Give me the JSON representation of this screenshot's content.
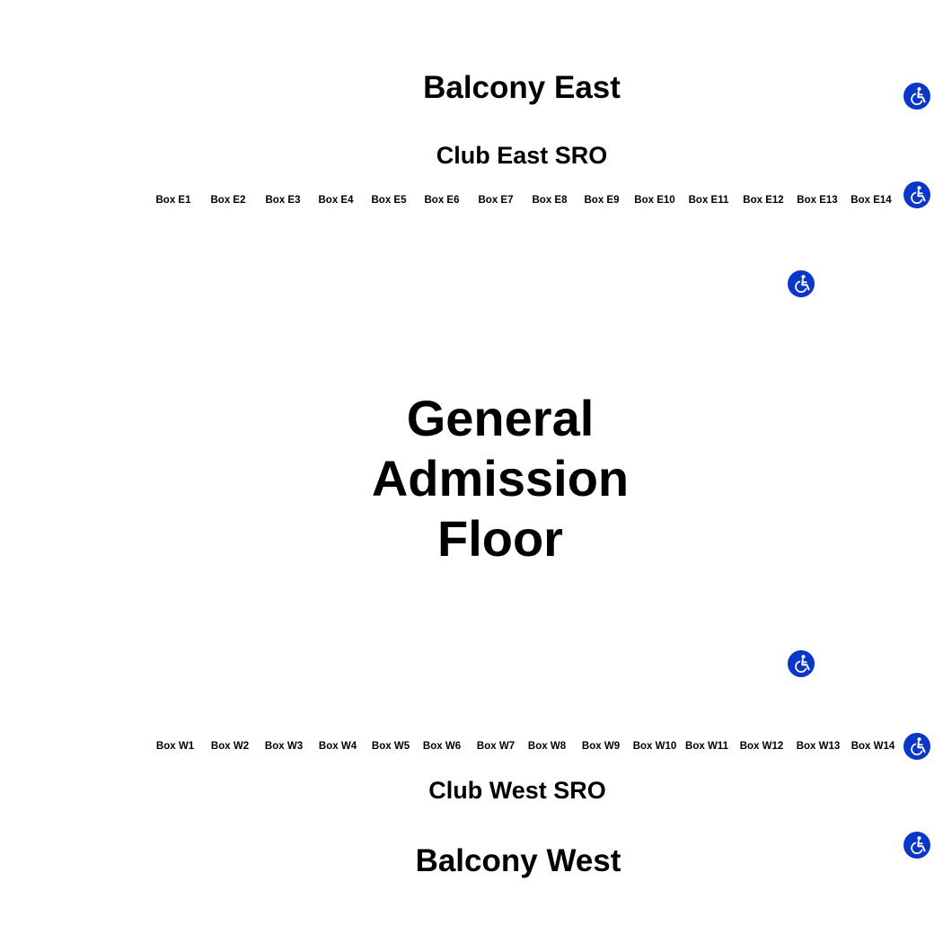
{
  "balcony_east": "Balcony East",
  "club_east": "Club East SRO",
  "floor": [
    "General",
    "Admission",
    "Floor"
  ],
  "club_west": "Club West SRO",
  "balcony_west": "Balcony West",
  "east_boxes": [
    "Box E1",
    "Box E2",
    "Box E3",
    "Box E4",
    "Box E5",
    "Box E6",
    "Box E7",
    "Box E8",
    "Box E9",
    "Box E10",
    "Box E11",
    "Box E12",
    "Box E13",
    "Box E14"
  ],
  "west_boxes": [
    "Box W1",
    "Box W2",
    "Box W3",
    "Box W4",
    "Box W5",
    "Box W6",
    "Box W7",
    "Box W8",
    "Box W9",
    "Box W10",
    "Box W11",
    "Box W12",
    "Box W13",
    "Box W14"
  ],
  "accessible_icon": "wheelchair-icon",
  "colors": {
    "accessible": "#0a37c8",
    "text": "#000000",
    "background": "#ffffff"
  }
}
